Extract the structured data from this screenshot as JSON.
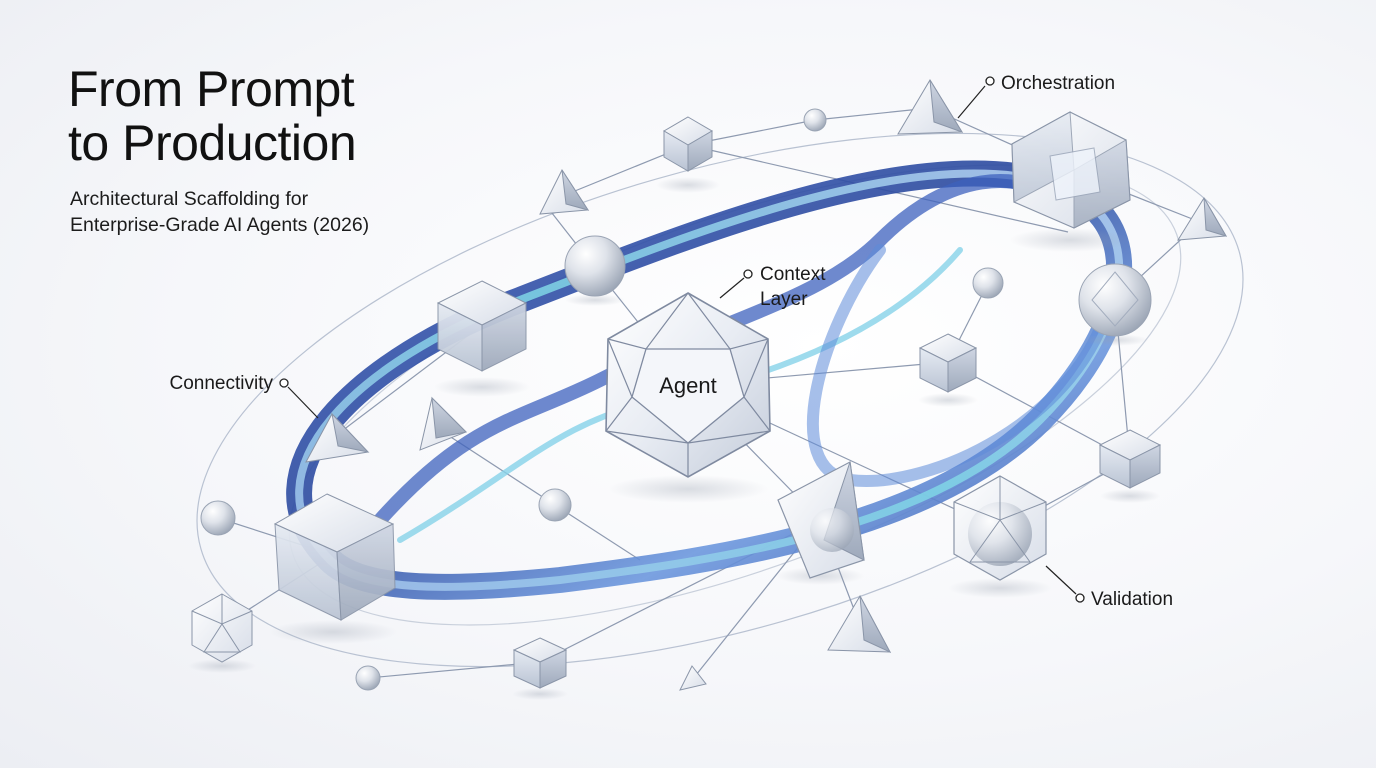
{
  "title": {
    "line1": "From Prompt",
    "line2": "to Production"
  },
  "subtitle": {
    "line1": "Architectural Scaffolding for",
    "line2": "Enterprise-Grade AI Agents (2026)"
  },
  "center_node": "Agent",
  "callouts": {
    "orchestration": "Orchestration",
    "context_line1": "Context",
    "context_line2": "Layer",
    "connectivity": "Connectivity",
    "validation": "Validation"
  },
  "colors": {
    "ribbon_dark": "#2f4fa8",
    "ribbon_mid": "#5b86d6",
    "ribbon_cyan": "#7fd6e6",
    "glass": "#dfe5ef",
    "line": "#8a97ad"
  }
}
